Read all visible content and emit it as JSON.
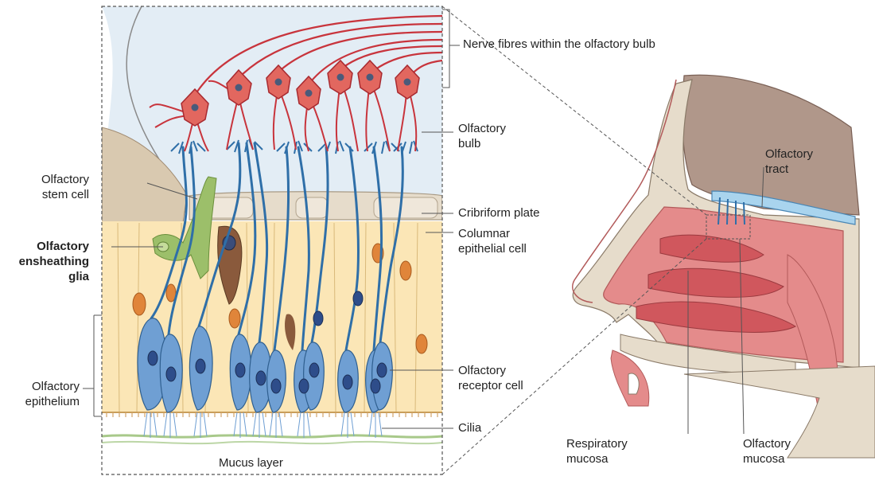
{
  "labels": {
    "nerve_fibres": "Nerve fibres within the olfactory bulb",
    "olfactory_bulb": "Olfactory\nbulb",
    "cribriform_plate": "Cribriform plate",
    "columnar_cell": "Columnar\nepithelial cell",
    "receptor_cell": "Olfactory\nreceptor cell",
    "cilia": "Cilia",
    "mucus_layer": "Mucus layer",
    "stem_cell": "Olfactory\nstem cell",
    "ensheathing_glia": "Olfactory\nensheathing\nglia",
    "olfactory_epithelium": "Olfactory\nepithelium",
    "olfactory_tract": "Olfactory\ntract",
    "respiratory_mucosa": "Respiratory\nmucosa",
    "olfactory_mucosa": "Olfactory\nmucosa"
  },
  "colors": {
    "bulb_background": "#e3edf5",
    "neuron_red": "#c8343c",
    "neuron_body": "#e2675f",
    "receptor_blue": "#2f6fa8",
    "receptor_body": "#6f9fd3",
    "columnar_yellow": "#fbe6b6",
    "bone_beige": "#e6dccb",
    "tissue_pink": "#e48b8b",
    "mucosa_red": "#d0575d",
    "brain_brown": "#b0978a",
    "glia_green": "#9cbf6a",
    "tract_blue": "#a9d4ee"
  }
}
